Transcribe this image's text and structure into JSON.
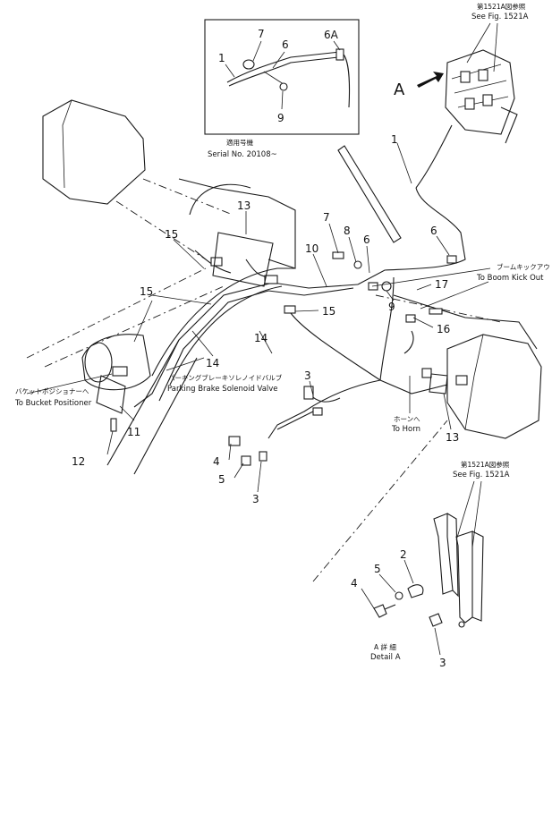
{
  "inset": {
    "callouts": [
      "7",
      "6",
      "6A",
      "1",
      "9"
    ],
    "caption_jp": "適用号機",
    "caption": "Serial No. 20108~"
  },
  "ref_top": {
    "jp": "第1521A図参照",
    "en": "See Fig. 1521A"
  },
  "view_marker": "A",
  "main_callouts": {
    "n1": "1",
    "n6a": "6",
    "n13a": "13",
    "n7": "7",
    "n8": "8",
    "n6b": "6",
    "n15a": "15",
    "n10": "10",
    "n9": "9",
    "n17": "17",
    "n15b": "15",
    "n15c": "15",
    "n16": "16",
    "n14a": "14",
    "n14b": "14",
    "n3a": "3",
    "n11": "11",
    "n12": "12",
    "n4": "4",
    "n5": "5",
    "n3b": "3",
    "n13b": "13"
  },
  "labels": {
    "boom_kick_jp": "ブームキックアウトへ",
    "boom_kick": "To Boom Kick Out",
    "bucket_jp": "バケットポジショナーへ",
    "bucket": "To Bucket Positioner",
    "parking_jp": "パーキングブレーキソレノイドバルブ",
    "parking": "Parking Brake Solenoid Valve",
    "horn_jp": "ホーンへ",
    "horn": "To Horn"
  },
  "detail": {
    "ref_jp": "第1521A図参照",
    "ref_en": "See Fig. 1521A",
    "callouts": [
      "2",
      "5",
      "4",
      "3"
    ],
    "title_jp": "A 詳 細",
    "title": "Detail A"
  }
}
